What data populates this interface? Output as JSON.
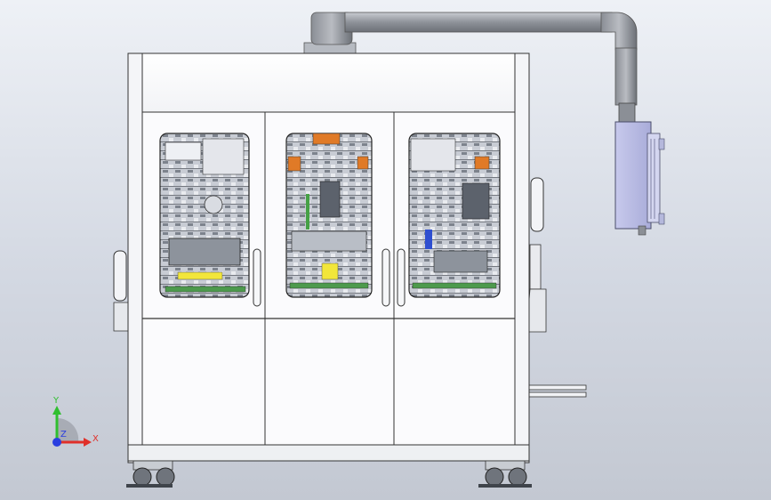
{
  "viewport": {
    "title": "",
    "background_colors": [
      "#eef1f6",
      "#c3c8d2"
    ]
  },
  "model": {
    "description_visible": false,
    "door_panels": 3,
    "lower_panels": 3,
    "casters": 2
  },
  "triad": {
    "x_label": "X",
    "y_label": "Y",
    "z_label": "Z",
    "x_color": "#e0302a",
    "y_color": "#2fbf2f",
    "z_color": "#2a3fe0"
  }
}
